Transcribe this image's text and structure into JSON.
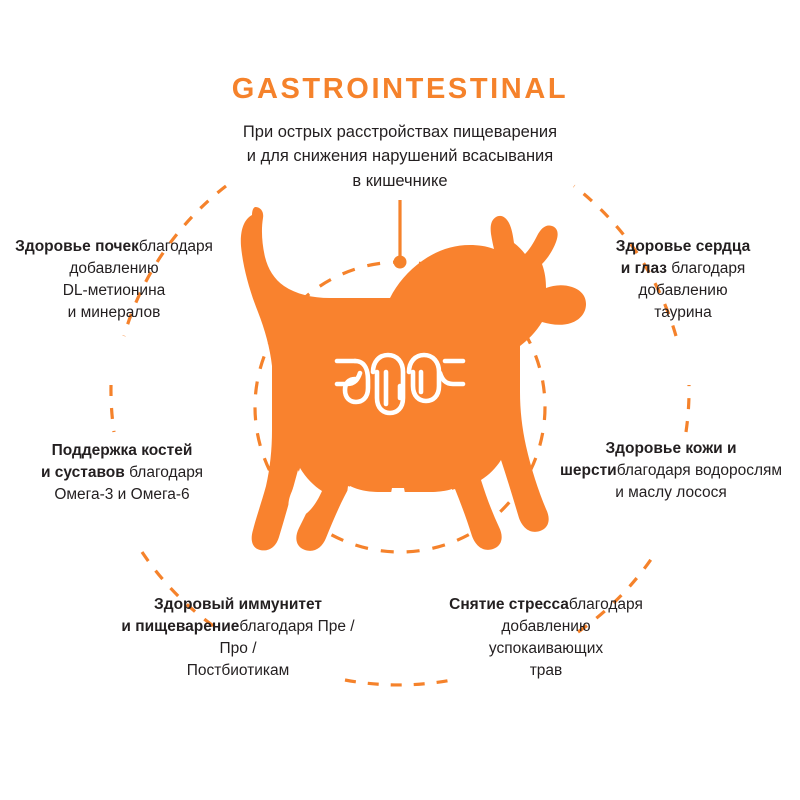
{
  "header": {
    "title": "GASTROINTESTINAL",
    "subtitle": "При острых расстройствах пищеварения\nи для снижения нарушений всасывания\nв кишечнике"
  },
  "colors": {
    "accent_orange": "#F5822B",
    "silhouette_orange": "#F9822E",
    "text_black": "#231f20",
    "background": "#ffffff"
  },
  "artwork": {
    "animal": "cat-silhouette",
    "badge_icon": "intestine-icon",
    "inner_ring": "dashed-circle",
    "outer_ring": "dashed-arc-ring",
    "pointer": "vertical-pointer-line-with-dot"
  },
  "callouts": [
    {
      "id": "kidney",
      "icon": "kidney-benefit",
      "headline": "Здоровье почек",
      "body": "благодаря добавлению\nDL-метионина\nи минералов"
    },
    {
      "id": "bones",
      "icon": "bones-benefit",
      "headline": "Поддержка костей\nи суставов",
      "body": " благодаря\nОмега-3 и Омега-6"
    },
    {
      "id": "heart",
      "icon": "heart-benefit",
      "headline": "Здоровье сердца\nи глаз",
      "body": " благодаря\nдобавлению\nтаурина"
    },
    {
      "id": "skin",
      "icon": "skin-benefit",
      "headline": "Здоровье кожи и шерсти",
      "body": "благодаря водорослям\nи маслу лосося"
    },
    {
      "id": "immune",
      "icon": "immunity-benefit",
      "headline": "Здоровый иммунитет\nи пищеварение",
      "body": "благодаря Пре / Про /\nПостбиотикам"
    },
    {
      "id": "stress",
      "icon": "stress-benefit",
      "headline": "Снятие стресса",
      "body": "благодаря добавлению\nуспокаивающих\nтрав"
    }
  ]
}
